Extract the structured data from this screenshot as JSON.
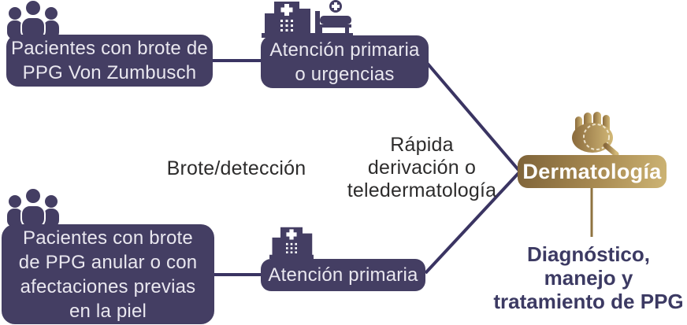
{
  "colors": {
    "node_purple": "#443E63",
    "connector_purple": "#3A3462",
    "node_text": "#E9E7EF",
    "label_text": "#2D2C2C",
    "gold_gradient_start": "#7E6339",
    "gold_gradient_end": "#CDB474",
    "gold_connector": "#8F7340",
    "outcome_text": "#3C3A63",
    "background": "#FFFFFF"
  },
  "icons": {
    "top_patients": "people-group-icon",
    "top_care": "hospital-and-bed-icon",
    "bottom_patients": "people-group-icon",
    "bottom_care": "hospital-icon",
    "dermatology": "hand-magnifier-icon"
  },
  "pathway_top": {
    "patients_box": {
      "line1": "Pacientes con brote de",
      "line2": "PPG Von Zumbusch"
    },
    "care_box": {
      "line1": "Atención primaria",
      "line2": "o urgencias"
    }
  },
  "pathway_bottom": {
    "patients_box": {
      "line1": "Pacientes con brote",
      "line2": "de PPG anular o con",
      "line3": "afectaciones previas",
      "line4": "en la piel"
    },
    "care_box": {
      "line1": "Atención primaria"
    }
  },
  "labels": {
    "detection": "Brote/detección",
    "referral": {
      "line1": "Rápida",
      "line2": "derivación o",
      "line3": "teledermatología"
    }
  },
  "dermatology": {
    "label": "Dermatología"
  },
  "outcome": {
    "line1": "Diagnóstico,",
    "line2": "manejo y",
    "line3": "tratamiento de PPG"
  }
}
